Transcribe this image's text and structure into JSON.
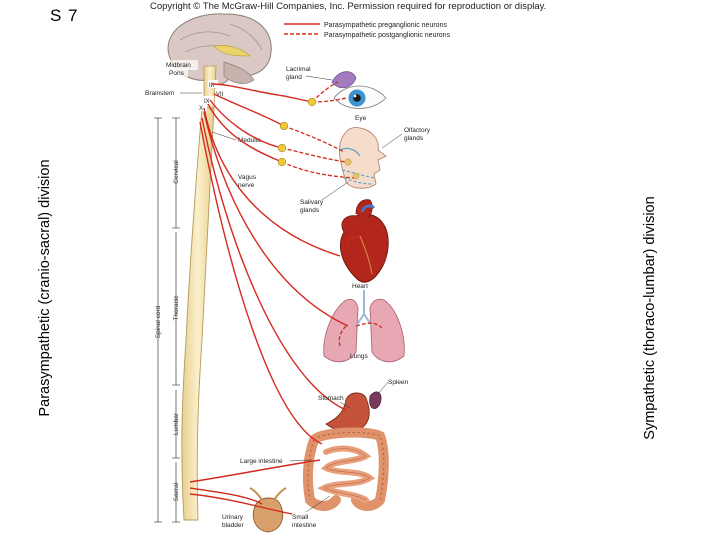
{
  "slide_number": "S 7",
  "copyright": "Copyright © The McGraw-Hill Companies, Inc. Permission required for reproduction or display.",
  "side_labels": {
    "left": "Parasympathetic (cranio-sacral) division",
    "right": "Sympathetic (thoraco-lumbar) division"
  },
  "legend": {
    "preganglionic": "Parasympathetic preganglionic neurons",
    "postganglionic": "Parasympathetic postganglionic neurons"
  },
  "brain_labels": {
    "midbrain": "Midbrain",
    "pons": "Pons",
    "brainstem": "Brainstem",
    "medulla": "Medulla",
    "cn_iii": "III",
    "cn_vii": "VII",
    "cn_ix": "IX",
    "cn_x": "X",
    "vagus_line1": "Vagus",
    "vagus_line2": "nerve"
  },
  "spine_labels": {
    "cervical": "Cervical",
    "thoracic": "Thoracic",
    "lumbar": "Lumbar",
    "sacral": "Sacral",
    "spinal_cord": "Spinal cord"
  },
  "organ_labels": {
    "lacrimal_line1": "Lacrimal",
    "lacrimal_line2": "gland",
    "eye": "Eye",
    "olfactory_line1": "Olfactory",
    "olfactory_line2": "glands",
    "salivary_line1": "Salivary",
    "salivary_line2": "glands",
    "heart": "Heart",
    "lungs": "Lungs",
    "spleen": "Spleen",
    "stomach": "Stomach",
    "large_intestine": "Large intestine",
    "bladder_line1": "Urinary",
    "bladder_line2": "bladder",
    "small_line1": "Small",
    "small_line2": "intestine"
  },
  "colors": {
    "nerve": "#d42a20",
    "spine": "#f3e2b0",
    "brain": "#d9c8c3",
    "heart": "#b3261b",
    "lung": "#e7a8b4",
    "stomach": "#c4533a",
    "intestine": "#e0926a",
    "bladder": "#d8a06a"
  }
}
